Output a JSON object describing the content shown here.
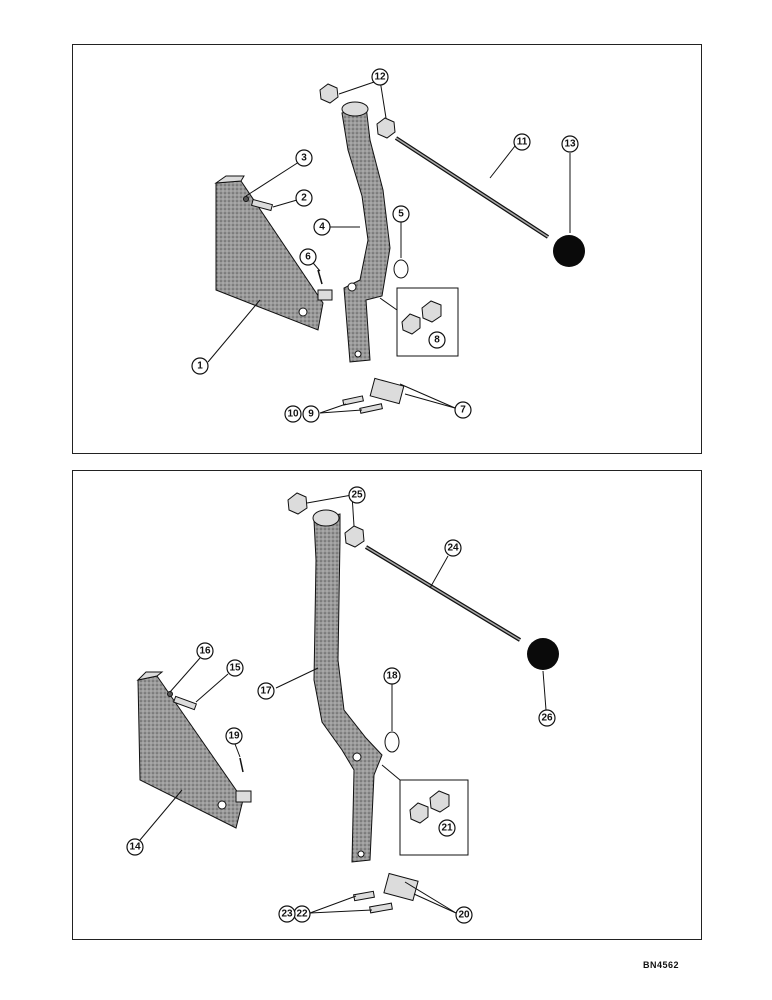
{
  "diagram": {
    "ref_code": "BN4562",
    "top_assembly": {
      "callouts": [
        "1",
        "2",
        "3",
        "4",
        "5",
        "6",
        "7",
        "8",
        "9",
        "10",
        "11",
        "12",
        "13"
      ]
    },
    "bottom_assembly": {
      "callouts": [
        "14",
        "15",
        "16",
        "17",
        "18",
        "19",
        "20",
        "21",
        "22",
        "23",
        "24",
        "25",
        "26"
      ]
    }
  }
}
